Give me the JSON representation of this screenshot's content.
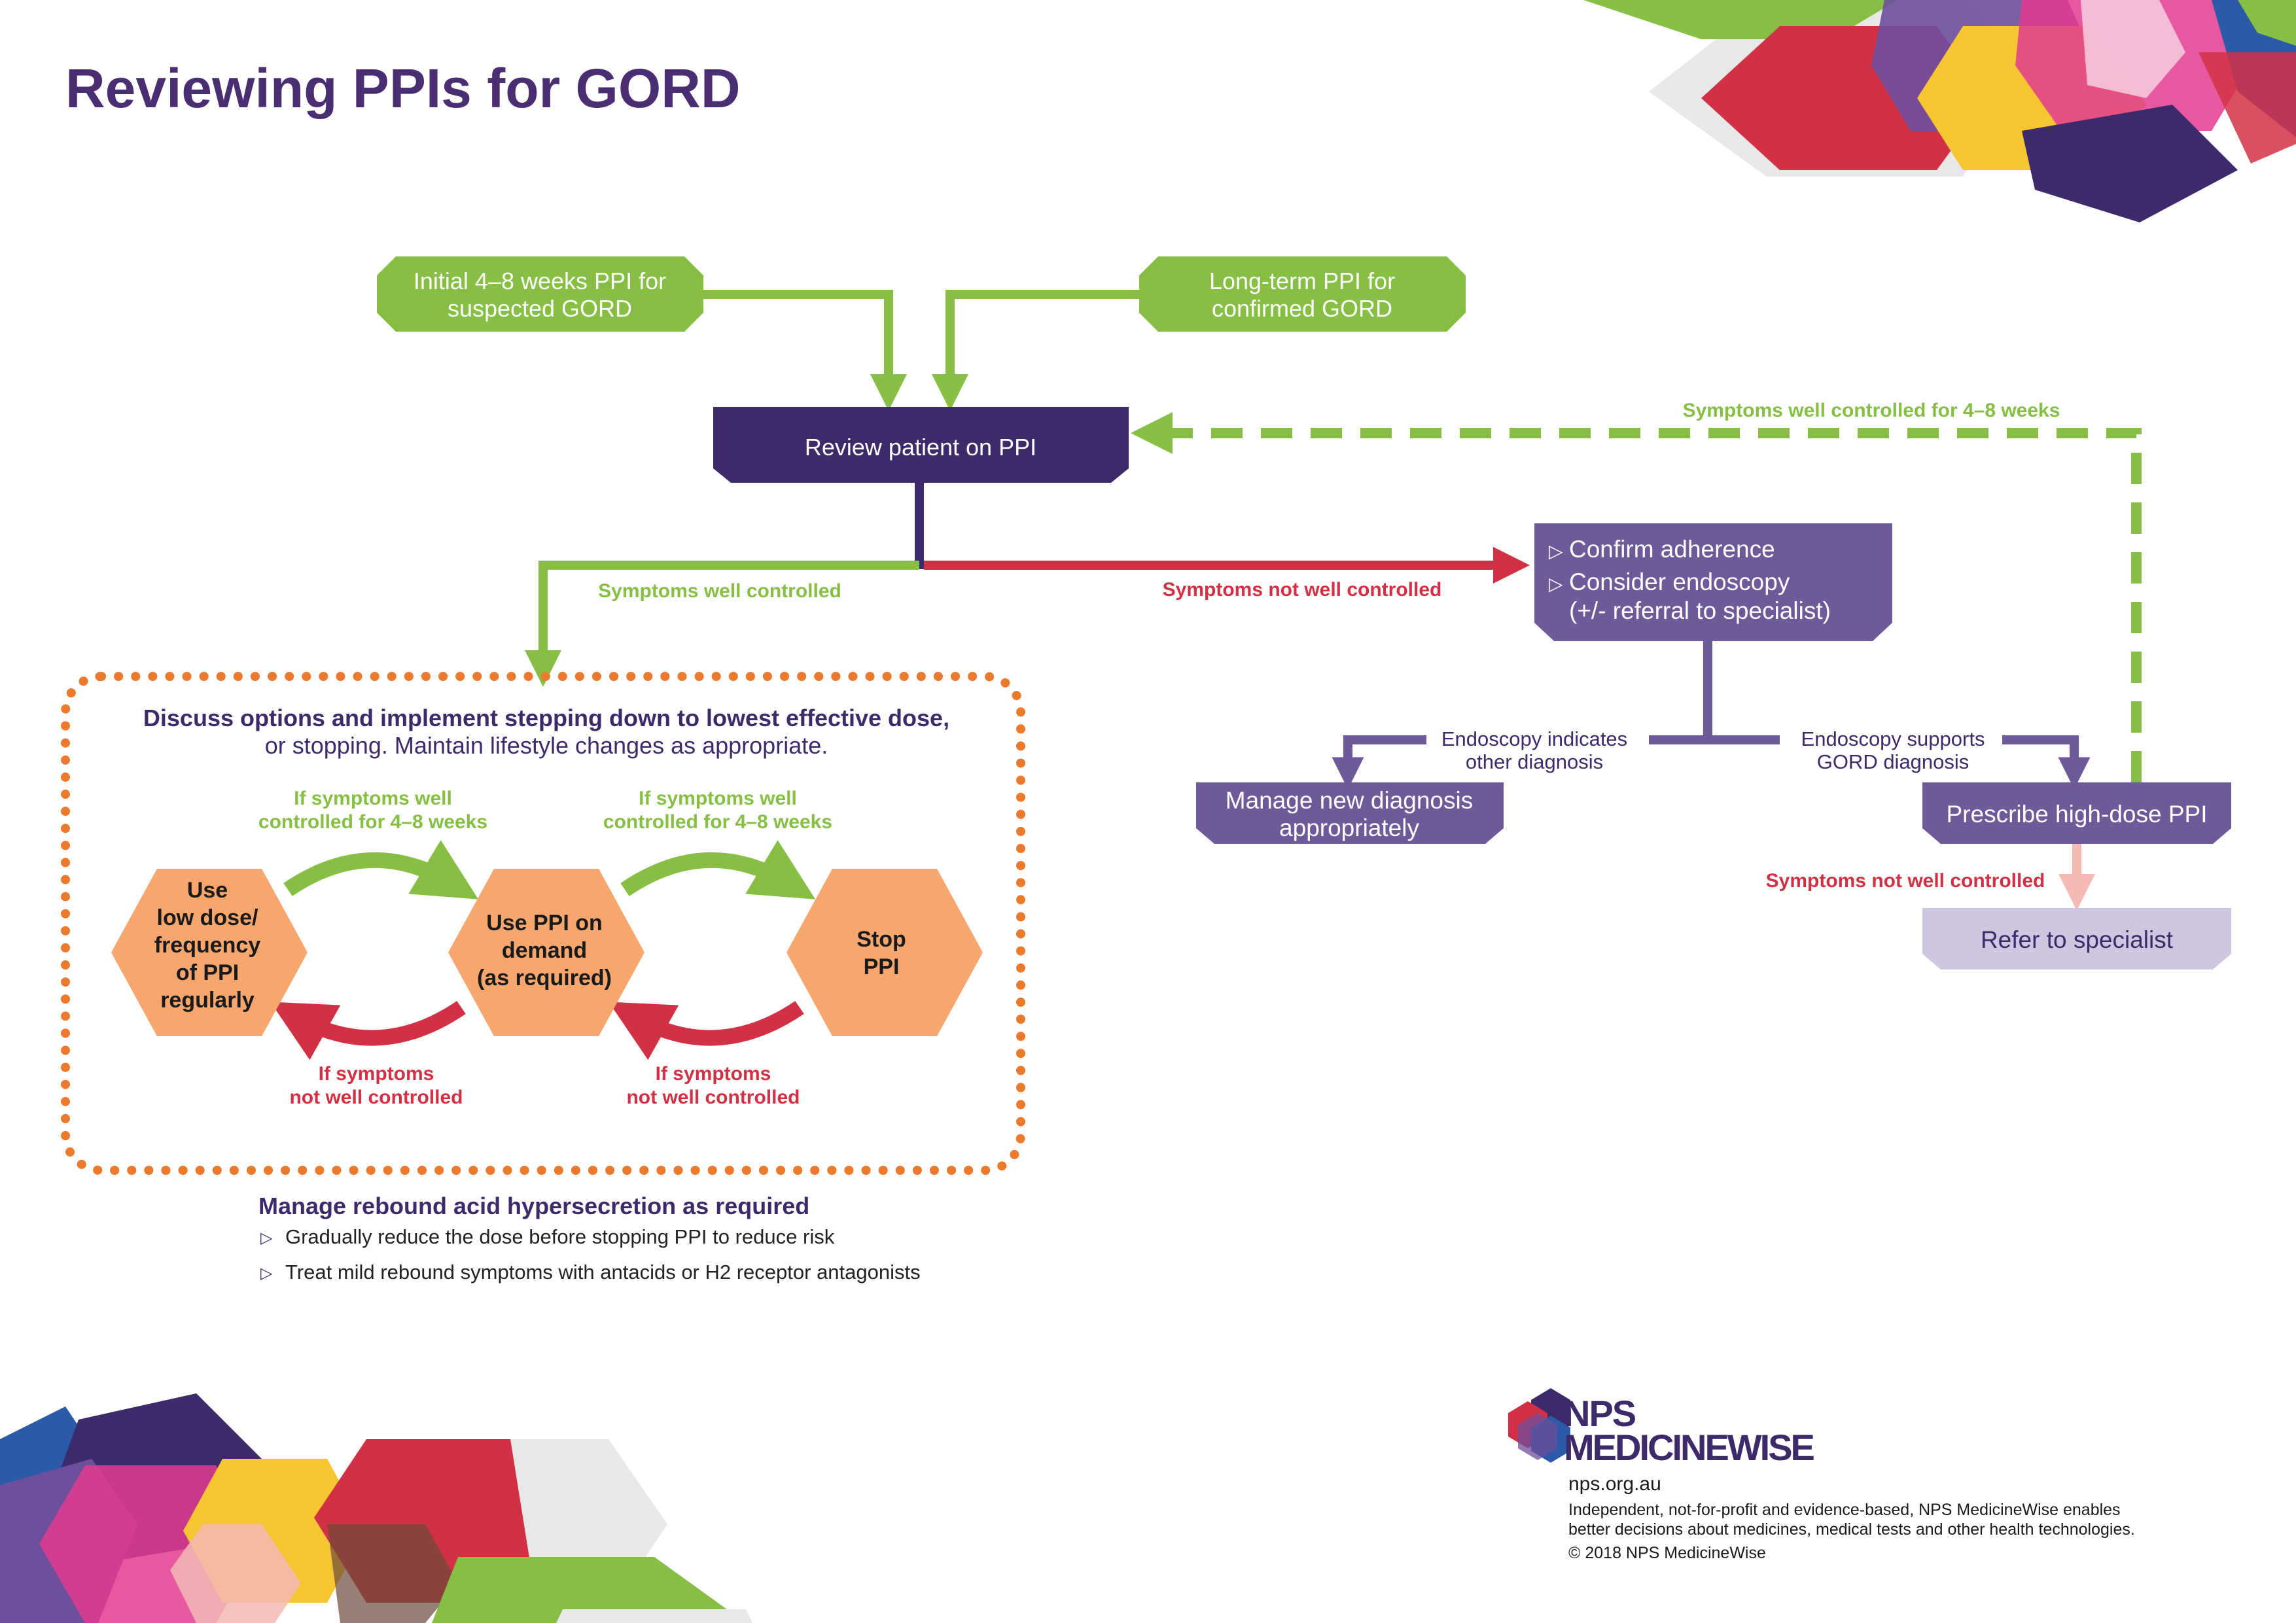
{
  "title": "Reviewing PPIs for GORD",
  "colors": {
    "purple_dark": "#3d2a6b",
    "purple_mid": "#6e5a99",
    "purple_light": "#cfc6e0",
    "green": "#86bf43",
    "red": "#d23145",
    "orange": "#f7a76e",
    "orange_dot": "#ec7a2c",
    "salmon": "#f3b9b4"
  },
  "start_boxes": {
    "initial": [
      "Initial 4–8 weeks PPI for",
      "suspected GORD"
    ],
    "longterm": [
      "Long-term PPI for",
      "confirmed GORD"
    ]
  },
  "review_box": "Review patient on PPI",
  "labels": {
    "symptoms_well_controlled": "Symptoms well controlled",
    "symptoms_not_well_controlled": "Symptoms not well controlled",
    "symptoms_well_controlled_48": "Symptoms well controlled for 4–8 weeks",
    "symptoms_not_well_controlled_2": "Symptoms not well controlled"
  },
  "confirm_box": {
    "line1": "Confirm adherence",
    "line2": "Consider endoscopy",
    "line3": "(+/- referral to specialist)"
  },
  "endoscopy_other": [
    "Endoscopy indicates",
    "other diagnosis"
  ],
  "endoscopy_gord": [
    "Endoscopy supports",
    "GORD diagnosis"
  ],
  "manage_box": [
    "Manage new diagnosis",
    "appropriately"
  ],
  "prescribe_box": "Prescribe high-dose PPI",
  "refer_box": "Refer to specialist",
  "discuss": {
    "line1": "Discuss options and implement stepping down to lowest effective dose,",
    "line2": "or stopping. Maintain lifestyle changes as appropriate."
  },
  "step_labels": {
    "well_a": [
      "If symptoms well",
      "controlled for 4–8 weeks"
    ],
    "well_b": [
      "If symptoms well",
      "controlled for 4–8 weeks"
    ],
    "not_a": [
      "If symptoms",
      "not well controlled"
    ],
    "not_b": [
      "If symptoms",
      "not well controlled"
    ]
  },
  "hexagons": {
    "low_dose": [
      "Use",
      "low dose/",
      "frequency",
      "of PPI",
      "regularly"
    ],
    "on_demand": [
      "Use PPI on",
      "demand",
      "(as required)"
    ],
    "stop": [
      "Stop",
      "PPI"
    ]
  },
  "rebound": {
    "title": "Manage rebound acid hypersecretion as required",
    "bullet1": "Gradually reduce the dose before stopping PPI to reduce risk",
    "bullet2": "Treat mild rebound symptoms with antacids or H2 receptor antagonists"
  },
  "footer": {
    "logo_line1": "NPS",
    "logo_line2": "MEDICINEWISE",
    "url": "nps.org.au",
    "desc1": "Independent, not-for-profit and evidence-based, NPS MedicineWise enables",
    "desc2": "better decisions about medicines, medical tests and other health technologies.",
    "copyright": "© 2018 NPS MedicineWise"
  }
}
